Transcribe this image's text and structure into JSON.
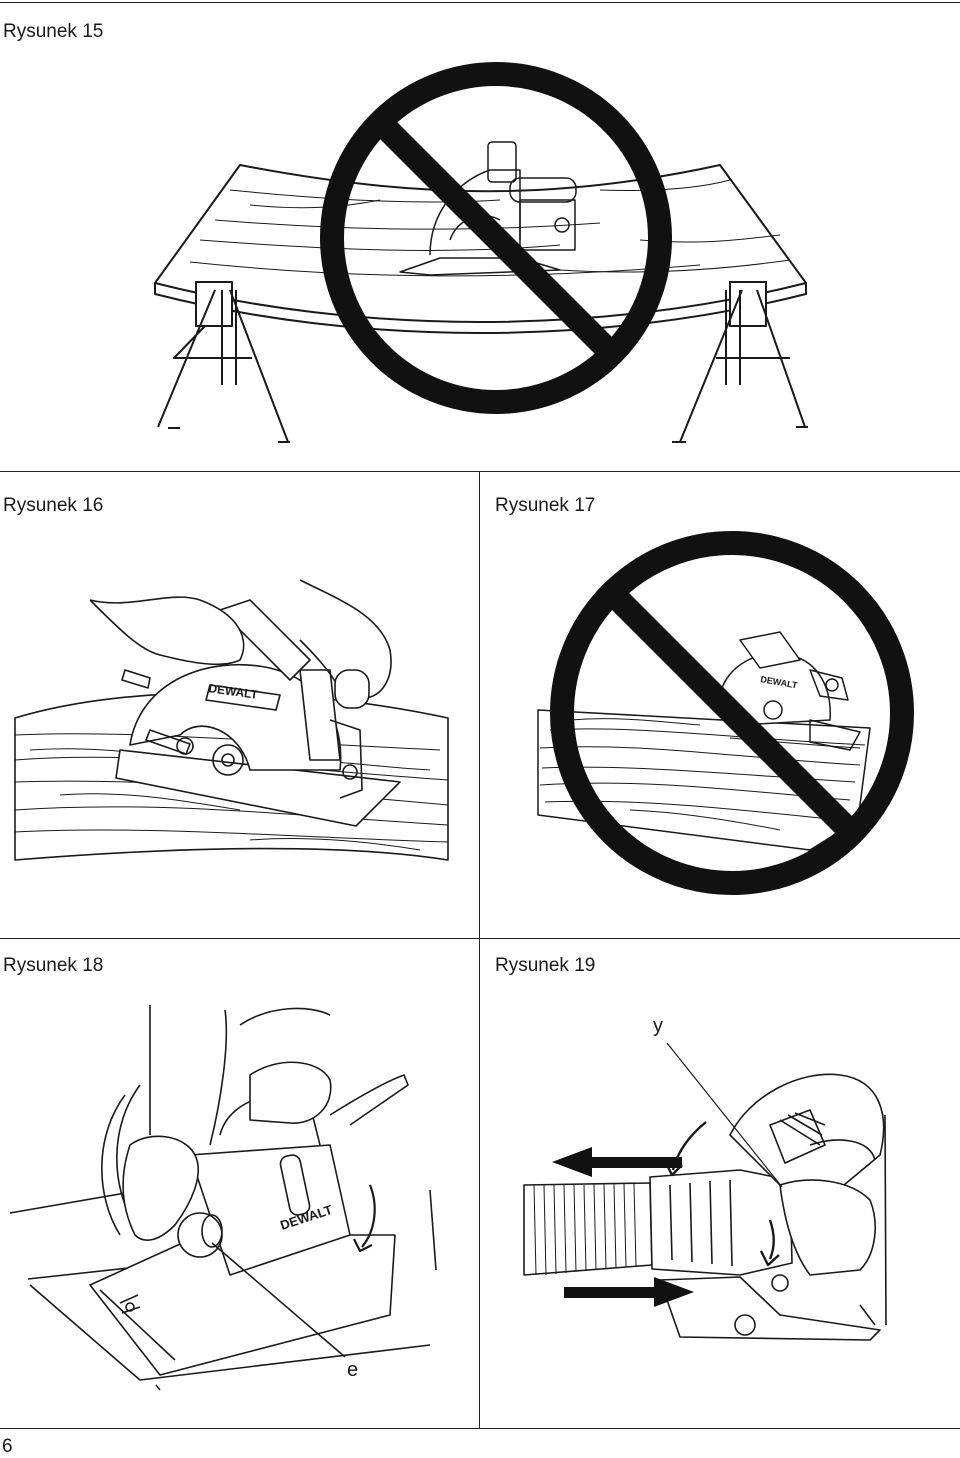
{
  "figures": {
    "fig15": {
      "caption": "Rysunek 15"
    },
    "fig16": {
      "caption": "Rysunek 16"
    },
    "fig17": {
      "caption": "Rysunek 17"
    },
    "fig18": {
      "caption": "Rysunek 18",
      "callout": "e",
      "brand": "DEWALT"
    },
    "fig19": {
      "caption": "Rysunek 19",
      "callout": "y"
    }
  },
  "page_number": "6",
  "colors": {
    "ink": "#1a1a1a",
    "prohibition": "#111111",
    "paper": "#ffffff"
  },
  "icons": [
    "prohibition-sign-icon",
    "arrow-left-icon",
    "arrow-right-icon",
    "curved-arrow-icon"
  ]
}
